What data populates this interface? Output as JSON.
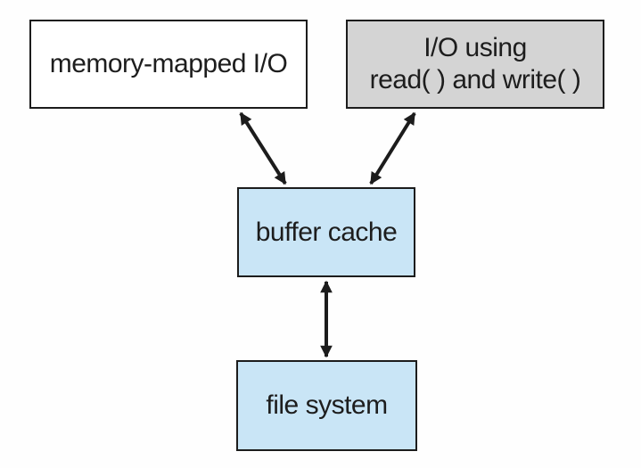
{
  "diagram": {
    "type": "flow-diagram",
    "boxes": {
      "memory_mapped": {
        "label": "memory-mapped I/O"
      },
      "io_syscalls": {
        "line1": "I/O using",
        "line2": "read( ) and write( )"
      },
      "buffer_cache": {
        "label": "buffer cache"
      },
      "file_system": {
        "label": "file system"
      }
    },
    "edges": [
      {
        "from": "memory-mapped I/O",
        "to": "buffer cache",
        "bidirectional": true
      },
      {
        "from": "I/O using read( ) and write( )",
        "to": "buffer cache",
        "bidirectional": true
      },
      {
        "from": "buffer cache",
        "to": "file system",
        "bidirectional": true
      }
    ]
  },
  "colors": {
    "background": "#fefefe",
    "box_white_fill": "#ffffff",
    "box_gray_fill": "#d4d4d4",
    "box_blue_fill": "#c9e5f6",
    "border": "#1c1c1c",
    "arrow": "#1c1c1c",
    "text": "#1d1d1d"
  }
}
